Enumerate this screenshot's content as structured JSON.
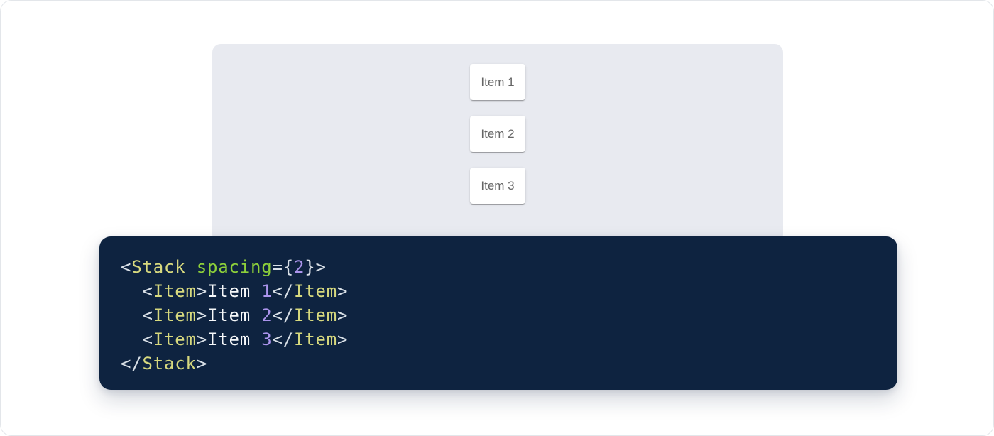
{
  "page": {
    "background": "#ffffff",
    "border_color": "#e3e6ea"
  },
  "demo": {
    "panel_bg": "#e8eaf0",
    "item_text_color": "#656565",
    "items": [
      {
        "label": "Item 1"
      },
      {
        "label": "Item 2"
      },
      {
        "label": "Item 3"
      }
    ]
  },
  "code": {
    "bg": "#0e2340",
    "colors": {
      "tag": "#d7d97e",
      "attr": "#8dd03a",
      "num": "#ab94ec",
      "punct": "#d9e0e7",
      "plain": "#f6f8fa"
    },
    "source_text": "<Stack spacing={2}>\n  <Item>Item 1</Item>\n  <Item>Item 2</Item>\n  <Item>Item 3</Item>\n</Stack>",
    "lines": [
      {
        "tokens": [
          {
            "text": "<",
            "type": "punct"
          },
          {
            "text": "Stack",
            "type": "tag"
          },
          {
            "text": " ",
            "type": "plain"
          },
          {
            "text": "spacing",
            "type": "attr"
          },
          {
            "text": "={",
            "type": "punct"
          },
          {
            "text": "2",
            "type": "num"
          },
          {
            "text": "}>",
            "type": "punct"
          }
        ]
      },
      {
        "tokens": [
          {
            "text": "  ",
            "type": "plain"
          },
          {
            "text": "<",
            "type": "punct"
          },
          {
            "text": "Item",
            "type": "tag"
          },
          {
            "text": ">",
            "type": "punct"
          },
          {
            "text": "Item ",
            "type": "plain"
          },
          {
            "text": "1",
            "type": "num"
          },
          {
            "text": "</",
            "type": "punct"
          },
          {
            "text": "Item",
            "type": "tag"
          },
          {
            "text": ">",
            "type": "punct"
          }
        ]
      },
      {
        "tokens": [
          {
            "text": "  ",
            "type": "plain"
          },
          {
            "text": "<",
            "type": "punct"
          },
          {
            "text": "Item",
            "type": "tag"
          },
          {
            "text": ">",
            "type": "punct"
          },
          {
            "text": "Item ",
            "type": "plain"
          },
          {
            "text": "2",
            "type": "num"
          },
          {
            "text": "</",
            "type": "punct"
          },
          {
            "text": "Item",
            "type": "tag"
          },
          {
            "text": ">",
            "type": "punct"
          }
        ]
      },
      {
        "tokens": [
          {
            "text": "  ",
            "type": "plain"
          },
          {
            "text": "<",
            "type": "punct"
          },
          {
            "text": "Item",
            "type": "tag"
          },
          {
            "text": ">",
            "type": "punct"
          },
          {
            "text": "Item ",
            "type": "plain"
          },
          {
            "text": "3",
            "type": "num"
          },
          {
            "text": "</",
            "type": "punct"
          },
          {
            "text": "Item",
            "type": "tag"
          },
          {
            "text": ">",
            "type": "punct"
          }
        ]
      },
      {
        "tokens": [
          {
            "text": "</",
            "type": "punct"
          },
          {
            "text": "Stack",
            "type": "tag"
          },
          {
            "text": ">",
            "type": "punct"
          }
        ]
      }
    ]
  }
}
